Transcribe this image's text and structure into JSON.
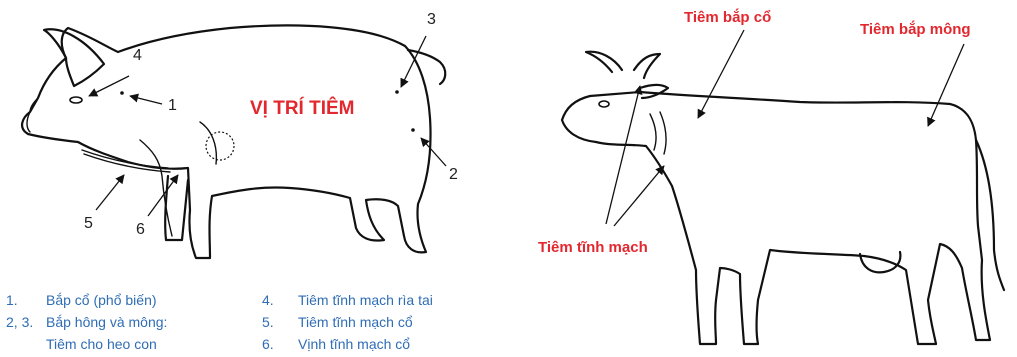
{
  "pig": {
    "title": "VỊ TRÍ TIÊM",
    "markers": [
      "1",
      "2",
      "3",
      "4",
      "5",
      "6"
    ],
    "legend_left": [
      {
        "num": "1.",
        "text": "Bắp cổ (phổ biến)"
      },
      {
        "num": "2, 3.",
        "text": "Bắp hông và mông:"
      },
      {
        "num": "",
        "text": "Tiêm cho heo con"
      }
    ],
    "legend_right": [
      {
        "num": "4.",
        "text": "Tiêm tĩnh mạch rìa tai"
      },
      {
        "num": "5.",
        "text": "Tiêm tĩnh mạch cổ"
      },
      {
        "num": "6.",
        "text": "Vịnh tĩnh mạch cổ"
      }
    ]
  },
  "cow": {
    "label_neck": "Tiêm bắp cổ",
    "label_rump": "Tiêm bắp mông",
    "label_vein": "Tiêm tĩnh mạch"
  },
  "colors": {
    "title_red": "#e2282e",
    "legend_blue": "#2f6db5",
    "outline": "#111111"
  }
}
